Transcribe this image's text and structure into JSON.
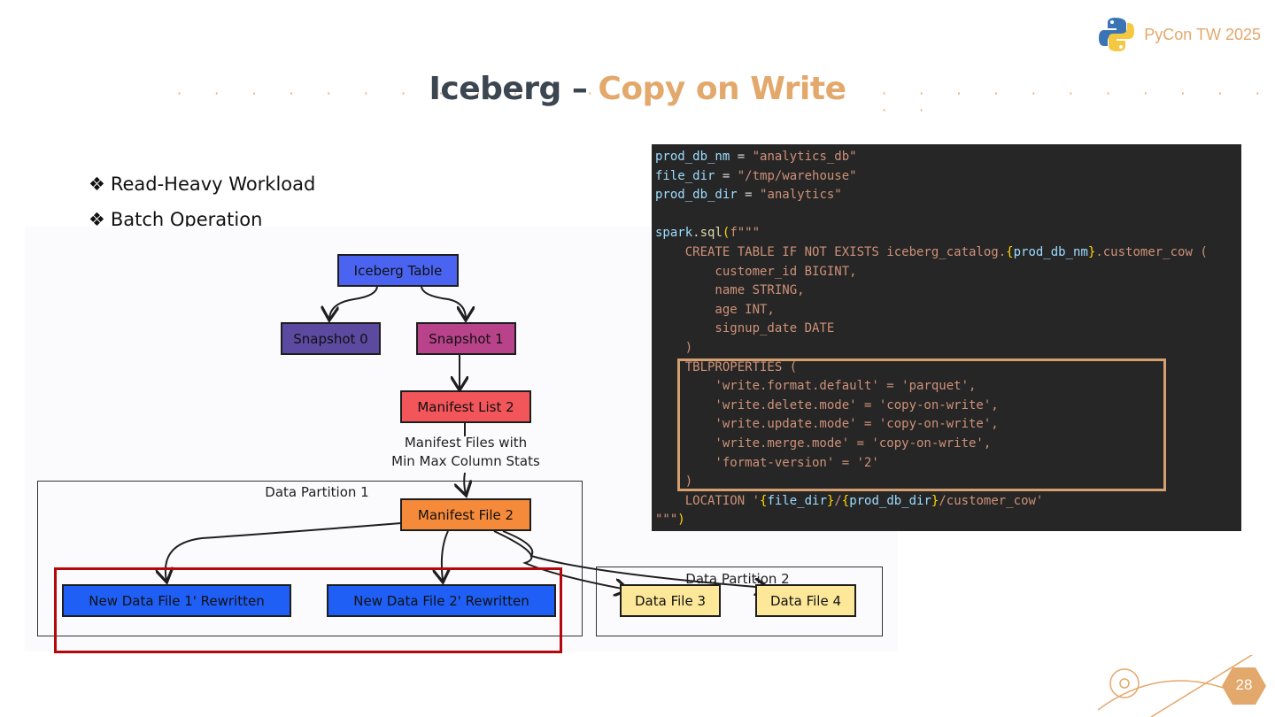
{
  "brand": {
    "name": "PyCon TW 2025",
    "logo_icon": "python-logo-icon"
  },
  "title": {
    "part1": "Iceberg – ",
    "part2": "Copy on Write"
  },
  "bullets": [
    "Read-Heavy Workload",
    "Batch Operation"
  ],
  "bullet_icon": "❖",
  "diagram": {
    "iceberg_table": "Iceberg Table",
    "snapshot0": "Snapshot 0",
    "snapshot1": "Snapshot 1",
    "manifest_list": "Manifest List 2",
    "manifest_note_line1": "Manifest Files with",
    "manifest_note_line2": "Min Max Column Stats",
    "partition1_label": "Data Partition 1",
    "partition2_label": "Data Partition 2",
    "manifest_file": "Manifest File 2",
    "new_file1": "New Data File 1' Rewritten",
    "new_file2": "New Data File 2' Rewritten",
    "data_file3": "Data File 3",
    "data_file4": "Data File 4"
  },
  "code_lines": [
    [
      {
        "t": "prod_db_nm",
        "c": "var"
      },
      {
        "t": " = ",
        "c": ""
      },
      {
        "t": "\"analytics_db\"",
        "c": "str"
      }
    ],
    [
      {
        "t": "file_dir",
        "c": "var"
      },
      {
        "t": " = ",
        "c": ""
      },
      {
        "t": "\"/tmp/warehouse\"",
        "c": "str"
      }
    ],
    [
      {
        "t": "prod_db_dir",
        "c": "var"
      },
      {
        "t": " = ",
        "c": ""
      },
      {
        "t": "\"analytics\"",
        "c": "str"
      }
    ],
    [],
    [
      {
        "t": "spark",
        "c": "var"
      },
      {
        "t": ".",
        "c": ""
      },
      {
        "t": "sql",
        "c": "fn"
      },
      {
        "t": "(",
        "c": "br"
      },
      {
        "t": "f\"\"\"",
        "c": "str"
      }
    ],
    [
      {
        "t": "    CREATE TABLE IF NOT EXISTS iceberg_catalog.",
        "c": "str"
      },
      {
        "t": "{",
        "c": "br"
      },
      {
        "t": "prod_db_nm",
        "c": "var"
      },
      {
        "t": "}",
        "c": "br"
      },
      {
        "t": ".customer_cow (",
        "c": "str"
      }
    ],
    [
      {
        "t": "        customer_id BIGINT,",
        "c": "str"
      }
    ],
    [
      {
        "t": "        name STRING,",
        "c": "str"
      }
    ],
    [
      {
        "t": "        age INT,",
        "c": "str"
      }
    ],
    [
      {
        "t": "        signup_date DATE",
        "c": "str"
      }
    ],
    [
      {
        "t": "    )",
        "c": "str"
      }
    ],
    [
      {
        "t": "    TBLPROPERTIES (",
        "c": "str"
      }
    ],
    [
      {
        "t": "        'write.format.default' = 'parquet',",
        "c": "str"
      }
    ],
    [
      {
        "t": "        'write.delete.mode' = 'copy-on-write',",
        "c": "str"
      }
    ],
    [
      {
        "t": "        'write.update.mode' = 'copy-on-write',",
        "c": "str"
      }
    ],
    [
      {
        "t": "        'write.merge.mode' = 'copy-on-write',",
        "c": "str"
      }
    ],
    [
      {
        "t": "        'format-version' = '2'",
        "c": "str"
      }
    ],
    [
      {
        "t": "    )",
        "c": "str"
      }
    ],
    [
      {
        "t": "    LOCATION '",
        "c": "str"
      },
      {
        "t": "{",
        "c": "br"
      },
      {
        "t": "file_dir",
        "c": "var"
      },
      {
        "t": "}",
        "c": "br"
      },
      {
        "t": "/",
        "c": "str"
      },
      {
        "t": "{",
        "c": "br"
      },
      {
        "t": "prod_db_dir",
        "c": "var"
      },
      {
        "t": "}",
        "c": "br"
      },
      {
        "t": "/customer_cow'",
        "c": "str"
      }
    ],
    [
      {
        "t": "\"\"\"",
        "c": "str"
      },
      {
        "t": ")",
        "c": "br"
      }
    ]
  ],
  "page_number": "28",
  "colors": {
    "accent": "#e3a86c",
    "title_dark": "#3b4651",
    "iceberg_table": "#4a63f0",
    "snapshot0": "#5b4aa0",
    "snapshot1": "#b8438a",
    "manifest_list": "#f2555a",
    "manifest_file": "#f58a3a",
    "new_file": "#1f5ff5",
    "old_file": "#fde89a",
    "highlight_red": "#b3080c"
  }
}
